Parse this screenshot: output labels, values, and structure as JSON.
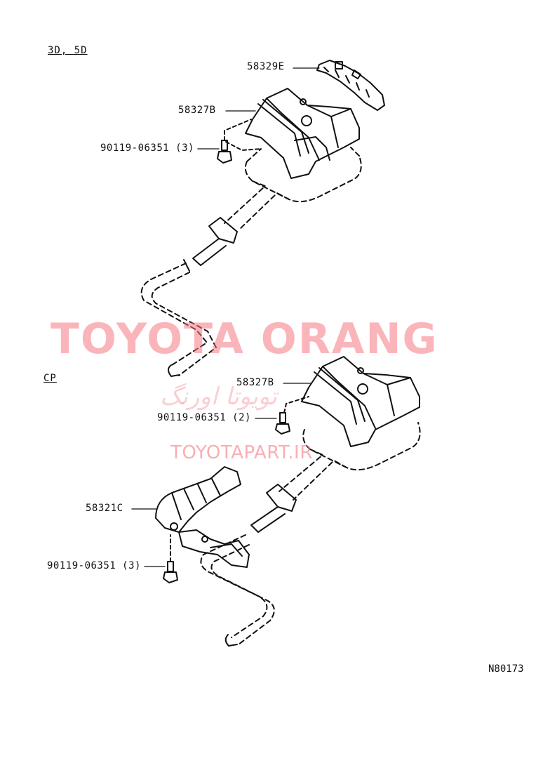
{
  "sections": {
    "upper": "3D, 5D",
    "lower": "CP"
  },
  "callouts": {
    "p58329E": "58329E",
    "p58327B_upper": "58327B",
    "bolt_upper": "90119-06351 (3)",
    "p58327B_lower": "58327B",
    "bolt_lower_mid": "90119-06351 (2)",
    "p58321C": "58321C",
    "bolt_lower": "90119-06351 (3)"
  },
  "watermark": {
    "main": "TOYOTA ORANG",
    "persian": "تویوتا اورنگ",
    "site": "TOYOTAPART.IR"
  },
  "figure_id": "N80173",
  "colors": {
    "line": "#111111",
    "watermark": "#f06e78"
  }
}
